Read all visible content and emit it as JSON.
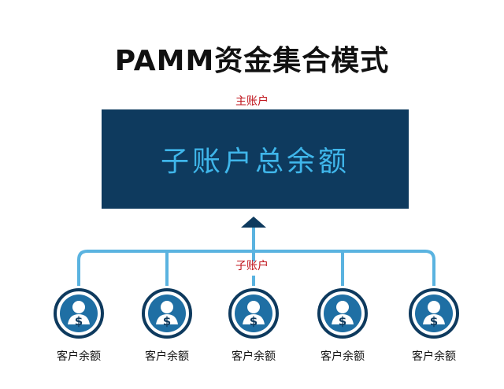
{
  "title": "PAMM资金集合模式",
  "master": {
    "label": "主账户",
    "text": "子账户总余额"
  },
  "sub_label": "子账户",
  "clients": [
    {
      "label": "客户余额",
      "icon": "user-dollar-icon"
    },
    {
      "label": "客户余额",
      "icon": "user-dollar-icon"
    },
    {
      "label": "客户余额",
      "icon": "user-dollar-icon"
    },
    {
      "label": "客户余额",
      "icon": "user-dollar-icon"
    },
    {
      "label": "客户余额",
      "icon": "user-dollar-icon"
    }
  ],
  "colors": {
    "box": "#0e3a5e",
    "box_text": "#3fb6ea",
    "line": "#5ab3e0",
    "red": "#c0141c"
  }
}
